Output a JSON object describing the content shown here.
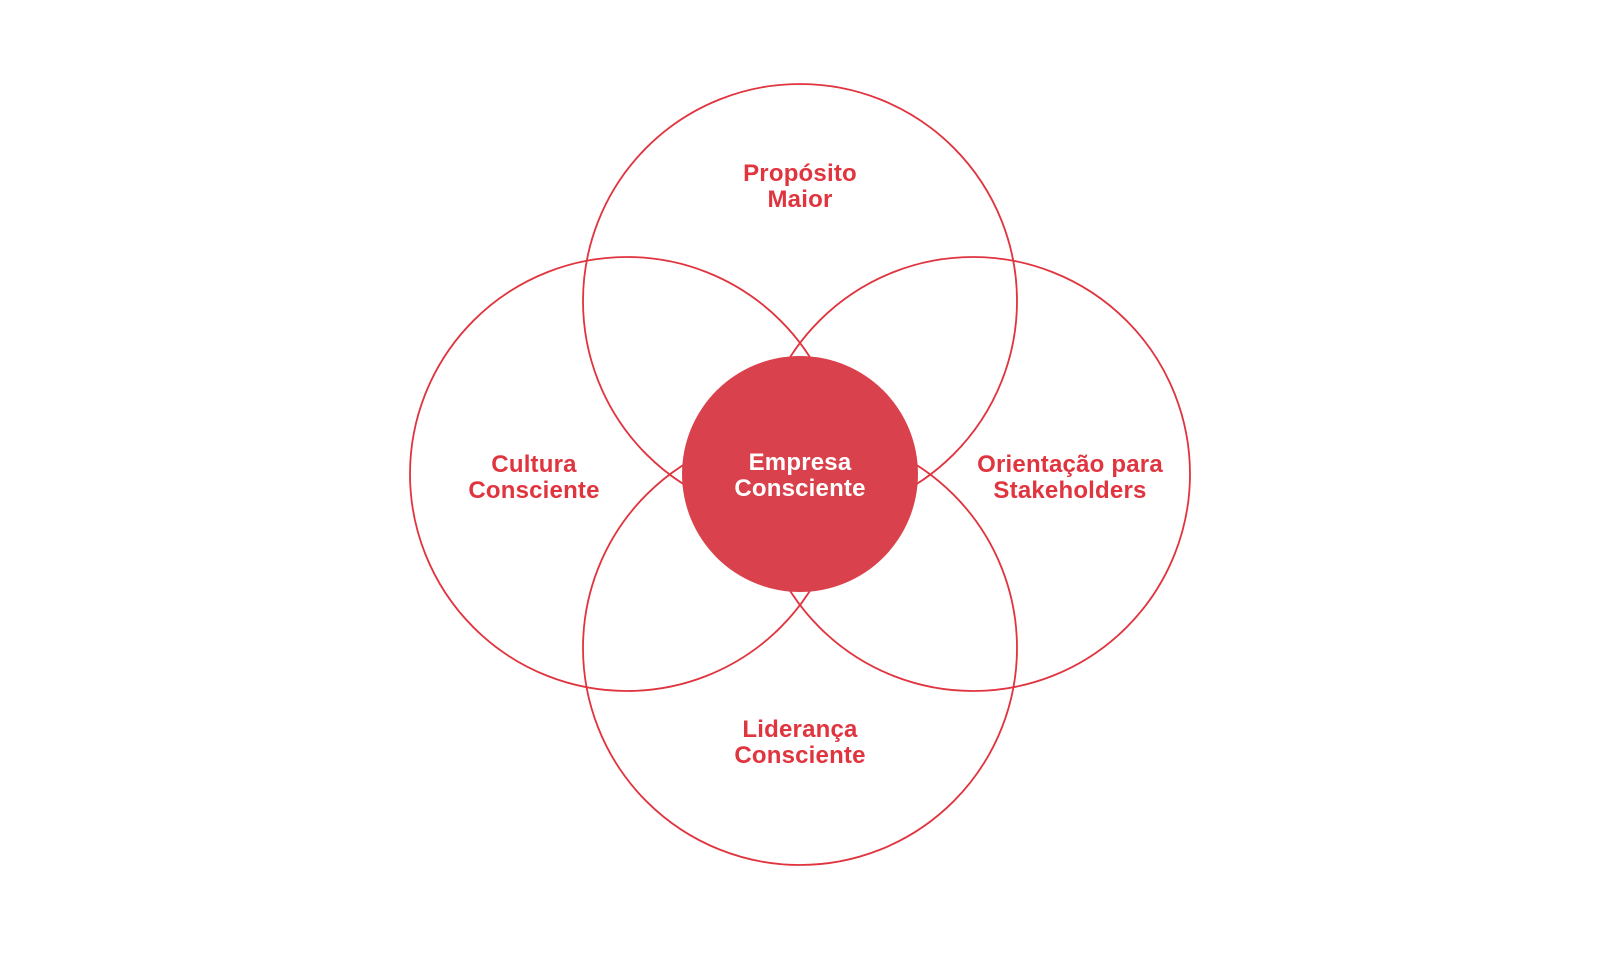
{
  "diagram": {
    "center": {
      "line1": "Empresa",
      "line2": "Consciente"
    },
    "circles": {
      "top": {
        "line1": "Propósito",
        "line2": "Maior"
      },
      "left": {
        "line1": "Cultura",
        "line2": "Consciente"
      },
      "right": {
        "line1": "Orientação para",
        "line2": "Stakeholders"
      },
      "bottom": {
        "line1": "Liderança",
        "line2": "Consciente"
      }
    },
    "colors": {
      "outline": "#e0343f",
      "label_text": "#e0343f",
      "center_fill": "#d9424c",
      "center_text": "#ffffff",
      "background": "#ffffff"
    }
  }
}
